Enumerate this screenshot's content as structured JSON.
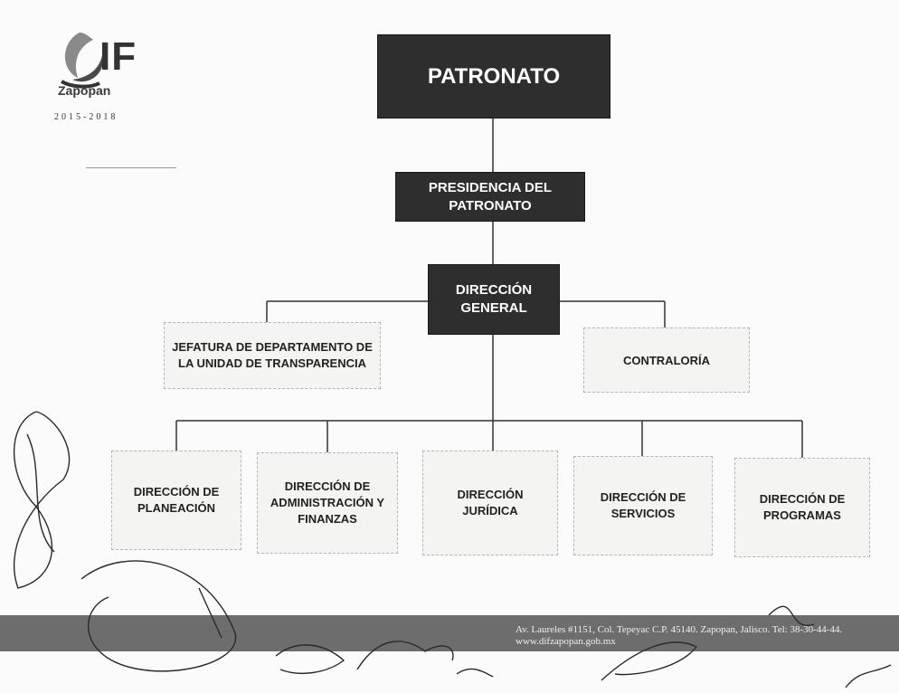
{
  "logo": {
    "org": "IF",
    "city": "Zapopan",
    "years": "2015-2018"
  },
  "nodes": {
    "patronato": "PATRONATO",
    "presidencia": "PRESIDENCIA DEL PATRONATO",
    "direccion_general": "DIRECCIÓN GENERAL",
    "jefatura": "JEFATURA DE DEPARTAMENTO DE LA UNIDAD DE TRANSPARENCIA",
    "contraloria": "CONTRALORÍA",
    "planeacion": "DIRECCIÓN DE PLANEACIÓN",
    "administracion": "DIRECCIÓN DE ADMINISTRACIÓN Y FINANZAS",
    "juridica": "DIRECCIÓN JURÍDICA",
    "servicios": "DIRECCIÓN DE SERVICIOS",
    "programas": "DIRECCIÓN DE PROGRAMAS"
  },
  "footer": {
    "address": "Av. Laureles #1151, Col. Tepeyac C.P. 45140. Zapopan, Jalisco. Tel: 38-30-44-44. www.difzapopan.gob.mx"
  }
}
